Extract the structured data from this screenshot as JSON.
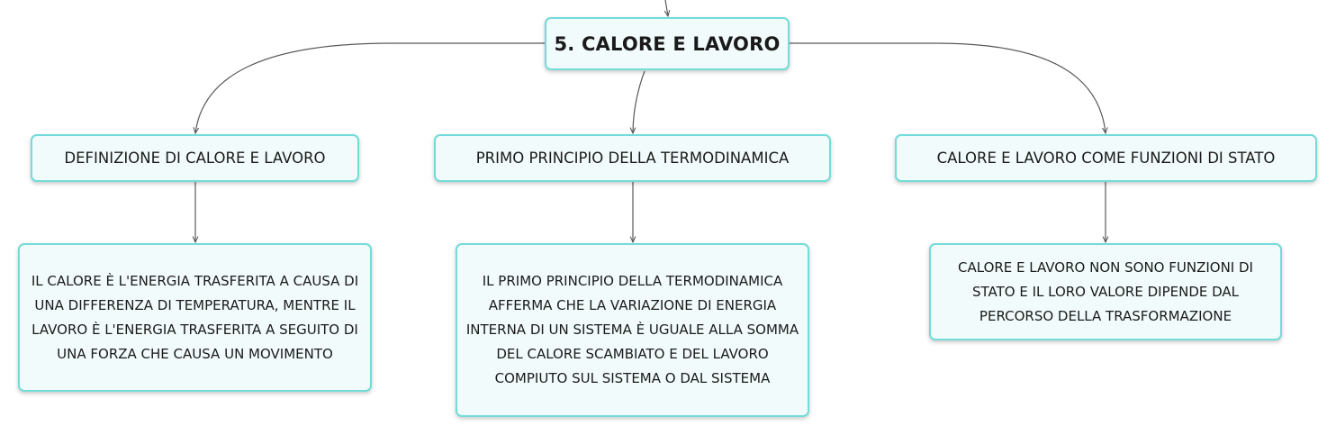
{
  "map": {
    "root": {
      "label": "5. CALORE E LAVORO"
    },
    "topics": [
      {
        "label": "DEFINIZIONE DI CALORE E LAVORO",
        "detail": "IL CALORE È L'ENERGIA TRASFERITA A CAUSA DI UNA DIFFERENZA DI TEMPERATURA, MENTRE IL LAVORO È L'ENERGIA TRASFERITA A SEGUITO DI UNA FORZA CHE CAUSA UN MOVIMENTO"
      },
      {
        "label": "PRIMO PRINCIPIO DELLA TERMODINAMICA",
        "detail": "IL PRIMO PRINCIPIO DELLA TERMODINAMICA AFFERMA CHE LA VARIAZIONE DI ENERGIA INTERNA DI UN SISTEMA È UGUALE ALLA SOMMA DEL CALORE SCAMBIATO E DEL LAVORO COMPIUTO SUL SISTEMA O DAL SISTEMA"
      },
      {
        "label": "CALORE E LAVORO COME FUNZIONI DI STATO",
        "detail": "CALORE E LAVORO NON SONO FUNZIONI DI STATO E IL LORO VALORE DIPENDE DAL PERCORSO DELLA TRASFORMAZIONE"
      }
    ]
  },
  "colors": {
    "node_border": "#72dcd8",
    "node_fill": "#f2fbfc",
    "connector": "#595959"
  }
}
